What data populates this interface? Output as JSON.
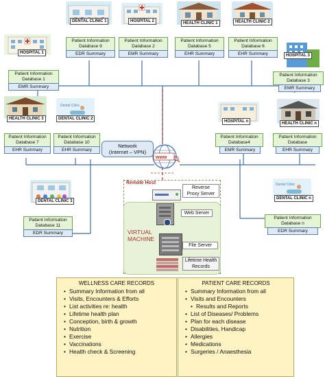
{
  "network": {
    "line1": "Network",
    "line2": "(Internet – VPN)"
  },
  "facilities": {
    "dental1": {
      "name": "DENTAL CLINIC 1",
      "db1": "Patient Information",
      "db2": "Database 9",
      "summary": "EDR Summary"
    },
    "hospital2": {
      "name": "HOSPITAL 2",
      "db1": "Patient Information",
      "db2": "Database 2",
      "summary": "EMR Summary"
    },
    "health1": {
      "name": "HEALTH CLINIC 1",
      "db1": "Patient Information",
      "db2": "Database 5",
      "summary": "EHR Summary"
    },
    "health2": {
      "name": "HEALTH CLINIC 2",
      "db1": "Patient Information",
      "db2": "Database 6",
      "summary": "EHR Summary"
    },
    "hospital1": {
      "name": "HOSPITAL 1",
      "db1": "Patient Information",
      "db2": "Database 1",
      "summary": "EMR Summary"
    },
    "hospital3": {
      "name": "HOSPITAL 3",
      "db1": "Patient Information",
      "db2": "Database 3",
      "summary": "EMR Summary"
    },
    "health3": {
      "name": "HEALTH CLINIC 3",
      "db1": "Patient Information",
      "db2": "Database 7",
      "summary": "EHR Summary"
    },
    "dental2": {
      "name": "DENTAL CLINIC 2",
      "db1": "Patient Information",
      "db2": "Database 10",
      "summary": "EHR Summary"
    },
    "hospitaln": {
      "name": "HOSPITAL n",
      "db1": "Patient Information",
      "db2": "Database4",
      "summary": "EMR Summary"
    },
    "healthn": {
      "name": "HEALTH CLINIC n",
      "db1": "Patient Information",
      "db2": "Database",
      "summary": "EHR Summary"
    },
    "dental3": {
      "name": "DENTAL CLINIC 3",
      "db1": "Patient Information",
      "db2": "Database 11",
      "summary": "EDR Summary"
    },
    "dentaln": {
      "name": "DENTAL CLINIC n",
      "db1": "Patient Information",
      "db2": "Database n",
      "summary": "EDR Summary"
    }
  },
  "remote": {
    "title": "Remote Host",
    "proxy1": "Reverse",
    "proxy2": "Proxy Server",
    "web": "Web Server",
    "vm1": "VIRTUAL",
    "vm2": "MACHINE",
    "file": "File Server",
    "lifetime1": "Lifetime Health",
    "lifetime2": "Records"
  },
  "wellness": {
    "title": "WELLNESS CARE RECORDS",
    "items": [
      "Summary Information from all",
      "Visits, Encounters & Efforts",
      "List activities re: health",
      "Lifetime health plan",
      "Conception, birth & growth",
      "Nutrition",
      "Exercise",
      "Vaccinations",
      "Health check & Screening"
    ]
  },
  "patient": {
    "title": "PATIENT CARE RECORDS",
    "items": [
      "Summary Information from all",
      "Visits and Encounters",
      "Results and Reports",
      "List of Diseases/ Problems",
      "Plan for each disease",
      "Disabilities, Handicap",
      "Allergies",
      "Medications",
      "Surgeries / Anaesthesia"
    ]
  },
  "colors": {
    "line": "#3d6cb3",
    "red": "#c0392b",
    "db_fill": "#e6f4d6",
    "summary_fill": "#dfeaf7",
    "records_fill": "#fdf3c3"
  }
}
